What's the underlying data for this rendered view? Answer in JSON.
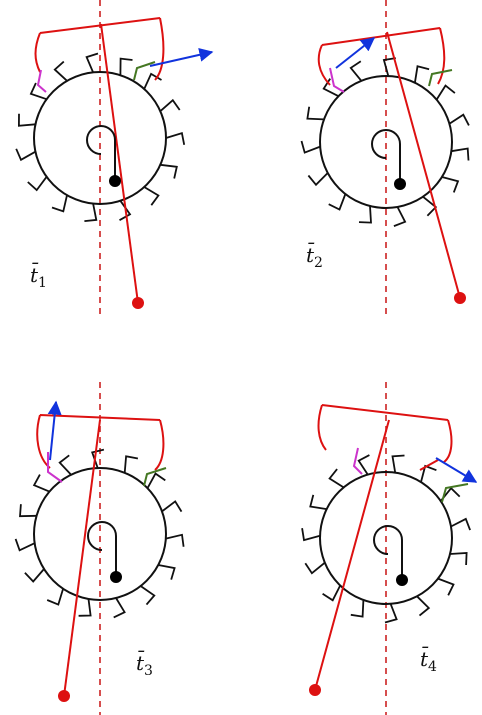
{
  "figure": {
    "panels": [
      {
        "id": "p1",
        "label_var": "t̄",
        "label_sub": "1",
        "pendulum_swing": "right",
        "active_pallet": "exit",
        "force_arrow": "right"
      },
      {
        "id": "p2",
        "label_var": "t̄",
        "label_sub": "2",
        "pendulum_swing": "right",
        "active_pallet": "entry",
        "force_arrow": "up-right"
      },
      {
        "id": "p3",
        "label_var": "t̄",
        "label_sub": "3",
        "pendulum_swing": "left",
        "active_pallet": "entry",
        "force_arrow": "up"
      },
      {
        "id": "p4",
        "label_var": "t̄",
        "label_sub": "4",
        "pendulum_swing": "left",
        "active_pallet": "exit",
        "force_arrow": "down-right"
      }
    ],
    "colors": {
      "escape_wheel": "#111111",
      "anchor_and_pendulum": "#dd1111",
      "center_line": "#cc2222",
      "entry_pallet": "#cc33cc",
      "exit_pallet": "#447722",
      "force_arrow": "#1133dd",
      "pivot_weight": "#000000"
    }
  }
}
